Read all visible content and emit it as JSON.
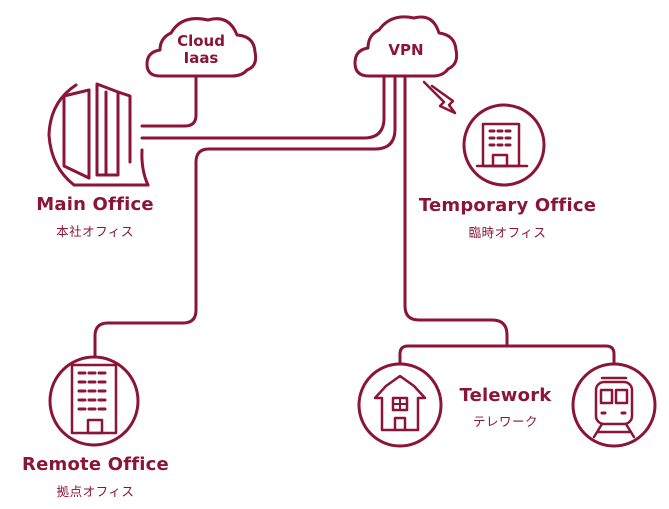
{
  "colors": {
    "accent": "#8a1538",
    "background": "#ffffff"
  },
  "cloud_iaas": {
    "line1": "Cloud",
    "line2": "Iaas",
    "icon": "cloud-icon"
  },
  "vpn": {
    "label": "VPN",
    "icon": "cloud-icon"
  },
  "main_office": {
    "name": "Main Office",
    "name_jp": "本社オフィス",
    "icon": "office-towers-icon"
  },
  "temporary_office": {
    "name": "Temporary Office",
    "name_jp": "臨時オフィス",
    "icon": "office-building-icon"
  },
  "remote_office": {
    "name": "Remote Office",
    "name_jp": "拠点オフィス",
    "icon": "tall-building-icon"
  },
  "telework": {
    "name": "Telework",
    "name_jp": "テレワーク",
    "icons": [
      "house-icon",
      "train-icon"
    ]
  },
  "wireless_link": {
    "icon": "lightning-icon"
  }
}
